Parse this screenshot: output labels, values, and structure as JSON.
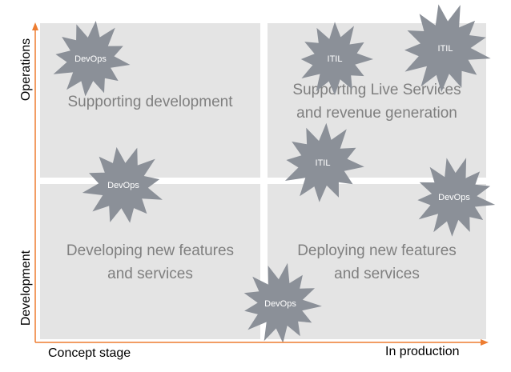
{
  "quadrants": {
    "top_left": "Supporting development",
    "top_right_line1": "Supporting Live Services",
    "top_right_line2": "and revenue generation",
    "bottom_left_line1": "Developing new features",
    "bottom_left_line2": "and services",
    "bottom_right_line1": "Deploying new features",
    "bottom_right_line2": "and services"
  },
  "axes": {
    "y_top": "Operations",
    "y_bottom": "Development",
    "x_left": "Concept stage",
    "x_right": "In production"
  },
  "bursts": [
    {
      "label": "DevOps"
    },
    {
      "label": "ITIL"
    },
    {
      "label": "ITIL"
    },
    {
      "label": "ITIL"
    },
    {
      "label": "DevOps"
    },
    {
      "label": "DevOps"
    },
    {
      "label": "DevOps"
    }
  ],
  "colors": {
    "quadrant_fill": "#e4e4e4",
    "burst_fill": "#8b9098",
    "axis_color": "#ed7d31",
    "quadrant_text": "#7f7f7f"
  }
}
